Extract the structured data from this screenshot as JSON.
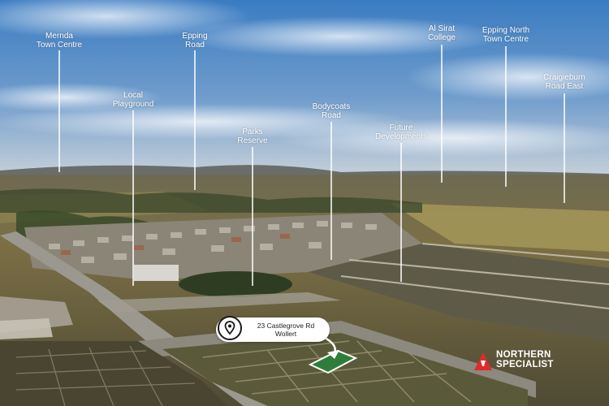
{
  "poi_labels": [
    {
      "text": "Mernda\nTown Centre",
      "key": "mernda"
    },
    {
      "text": "Epping\nRoad",
      "key": "epping"
    },
    {
      "text": "Local\nPlayground",
      "key": "playground"
    },
    {
      "text": "Parks\nReserve",
      "key": "parks"
    },
    {
      "text": "Bodycoats\nRoad",
      "key": "bodycoats"
    },
    {
      "text": "Future\nDevelopments",
      "key": "future"
    },
    {
      "text": "Al Sirat\nCollege",
      "key": "alsirat"
    },
    {
      "text": "Epping North\nTown Centre",
      "key": "eppingnorth"
    },
    {
      "text": "Craigieburn\nRoad East",
      "key": "craigieburn"
    }
  ],
  "address_pin": {
    "line1": "23 Castlegrove Rd",
    "line2": "Wollert",
    "icon": "location-pin-icon"
  },
  "brand": {
    "line1": "NORTHERN",
    "line2": "SPECIALIST",
    "icon": "triangle-logo-icon",
    "accent": "#e02b2b"
  },
  "colors": {
    "sky_top": "#3d7fc4",
    "sky_bottom": "#b8c9dc",
    "ground": "#7a7148",
    "highlight_lot": "#2f7d3a"
  }
}
